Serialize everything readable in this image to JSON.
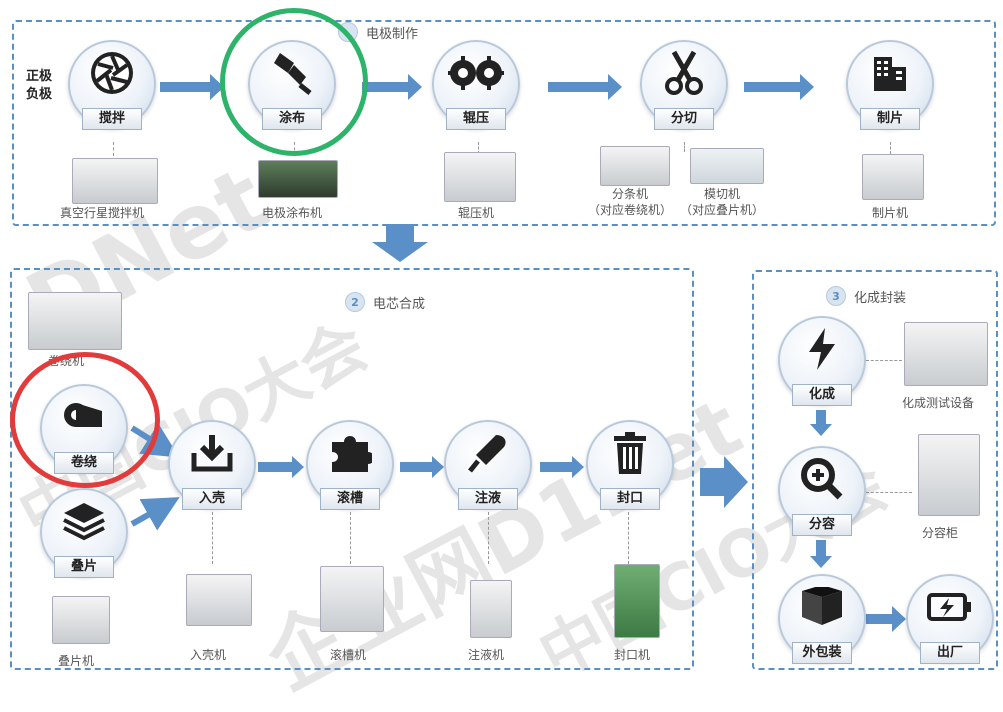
{
  "section1": {
    "num": "",
    "title": "电极制作"
  },
  "section2": {
    "num": "2",
    "title": "电芯合成"
  },
  "section3": {
    "num": "3",
    "title": "化成封装"
  },
  "side_labels": {
    "positive": "正极",
    "negative": "负极"
  },
  "nodes": {
    "jiaoban": "搅拌",
    "tubu": "涂布",
    "yaya": "辊压",
    "fenqie": "分切",
    "zhipian": "制片",
    "juanrao": "卷绕",
    "diepian": "叠片",
    "ruke": "入壳",
    "gunqiao": "滚槽",
    "zhuye": "注液",
    "fengkou": "封口",
    "huacheng": "化成",
    "fenrong": "分容",
    "waibaozhuang": "外包装",
    "chuchang": "出厂"
  },
  "captions": {
    "jiaoban": "真空行星搅拌机",
    "tubu": "电极涂布机",
    "yaya": "辊压机",
    "fenqie_a": "分条机\n（对应卷绕机）",
    "fenqie_b": "模切机\n（对应叠片机）",
    "zhipian": "制片机",
    "juanrao": "卷绕机",
    "diepian": "叠片机",
    "ruke": "入壳机",
    "gunqiao": "滚槽机",
    "zhuye": "注液机",
    "fengkou": "封口机",
    "huacheng": "化成测试设备",
    "fenrong": "分容柜"
  },
  "watermarks": [
    "DNet",
    "中国CIO大会",
    "企业网D1Net",
    "中国CIO大会"
  ],
  "highlights": {
    "green": "#2db36a",
    "red": "#e23b3b"
  },
  "colors": {
    "accent": "#5a8fc4",
    "arrow": "#5b8fc7"
  }
}
